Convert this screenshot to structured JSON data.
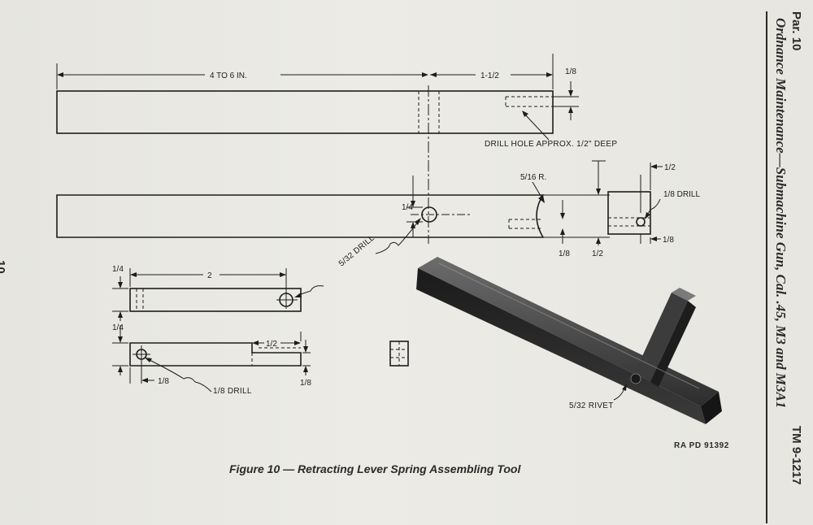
{
  "header": {
    "par": "Par. 10",
    "title": "Ordnance Maintenance—Submachine Gun, Cal. .45, M3 and M3A1",
    "tm": "TM 9-1217"
  },
  "page_number": "10",
  "figure": {
    "caption": "Figure 10 — Retracting Lever Spring Assembling Tool",
    "reference": "RA PD 91392"
  },
  "dimensions": {
    "overall_length": "4 TO 6 IN.",
    "hole_offset": "1-1/2",
    "top_thickness": "1/8",
    "drill_hole_note": "DRILL HOLE APPROX. 1/2\" DEEP",
    "radius": "5/16 R.",
    "end_width": "1/2",
    "end_drill": "1/8 DRILL",
    "end_offset": "1/8",
    "hole_height": "1/4",
    "bottom_left": "1/8",
    "bottom_right": "1/2",
    "lever_drill": "5/32 DRILL",
    "lever_length": "2",
    "lever_width": "1/4",
    "lever_width2": "1/4",
    "step_length": "1/2",
    "step_depth": "1/8",
    "pivot_offset": "1/8",
    "pivot_drill": "1/8 DRILL",
    "rivet": "5/32 RIVET"
  }
}
